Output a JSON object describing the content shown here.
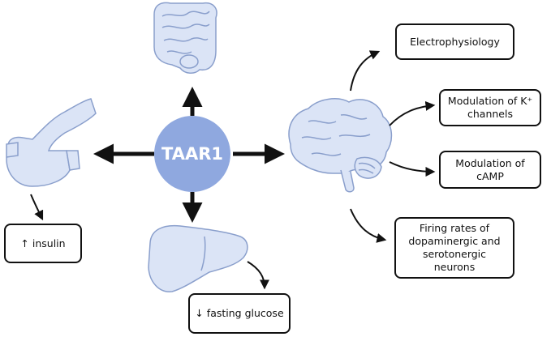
{
  "center": {
    "label": "TAAR1",
    "color": "#8fa8df"
  },
  "organ_fill": "#dbe4f6",
  "organ_stroke": "#8a9fcc",
  "organs": {
    "intestine": "intestine-icon",
    "pancreas": "pancreas-icon",
    "liver": "liver-icon",
    "brain": "brain-icon"
  },
  "boxes": {
    "insulin": "↑ insulin",
    "fasting_glucose": "↓ fasting glucose",
    "electrophysiology": "Electrophysiology",
    "k_channels": "Modulation of K⁺\nchannels",
    "camp": "Modulation of\ncAMP",
    "firing_rates": "Firing rates of\ndopaminergic and\nserotonergic\nneurons"
  }
}
